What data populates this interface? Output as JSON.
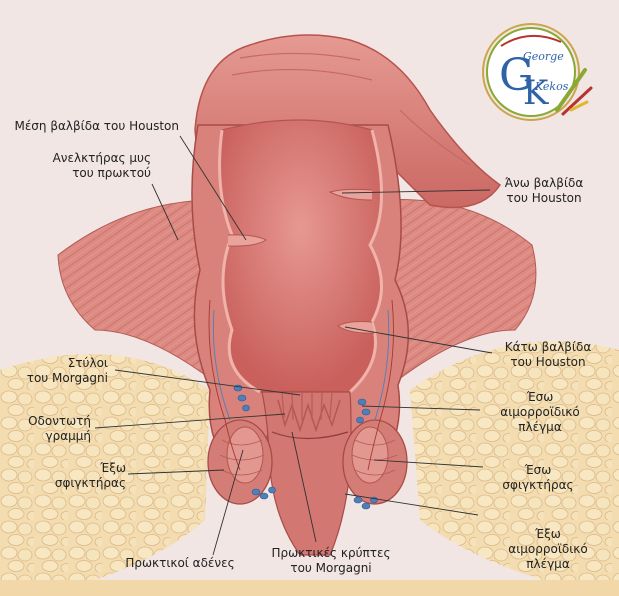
{
  "logo": {
    "text_top": "George",
    "text_bottom": "Kekos"
  },
  "labels": {
    "middle_houston": [
      "Μέση βαλβίδα του Houston"
    ],
    "levator": [
      "Ανελκτήρας μυς",
      "του πρωκτού"
    ],
    "upper_houston": [
      "Άνω βαλβίδα",
      "του Houston"
    ],
    "lower_houston": [
      "Κάτω βαλβίδα",
      "του Houston"
    ],
    "columns": [
      "Στύλοι",
      "του Morgagni"
    ],
    "internal_hem": [
      "Έσω",
      "αιμορροϊδικό",
      "πλέγμα"
    ],
    "dentate": [
      "Οδοντωτή",
      "γραμμή"
    ],
    "ext_sphincter_l": [
      "Έξω",
      "σφιγκτήρας"
    ],
    "int_sphincter": [
      "Έσω",
      "σφιγκτήρας"
    ],
    "anal_glands": [
      "Πρωκτικοί αδένες"
    ],
    "crypts": [
      "Πρωκτικές κρύπτες",
      "του Morgagni"
    ],
    "external_hem": [
      "Έξω",
      "αιμορροϊδικό",
      "πλέγμα"
    ]
  },
  "colors": {
    "background": "#f1e6e3",
    "muscle": "#d9827b",
    "muscle_dark": "#b8524e",
    "mucosa": "#e69a92",
    "lumen": "#d87b77",
    "fat": "#f2d8a8",
    "vein": "#4f7fb8",
    "logo_green": "#8aa832",
    "logo_blue": "#2f63a8"
  }
}
